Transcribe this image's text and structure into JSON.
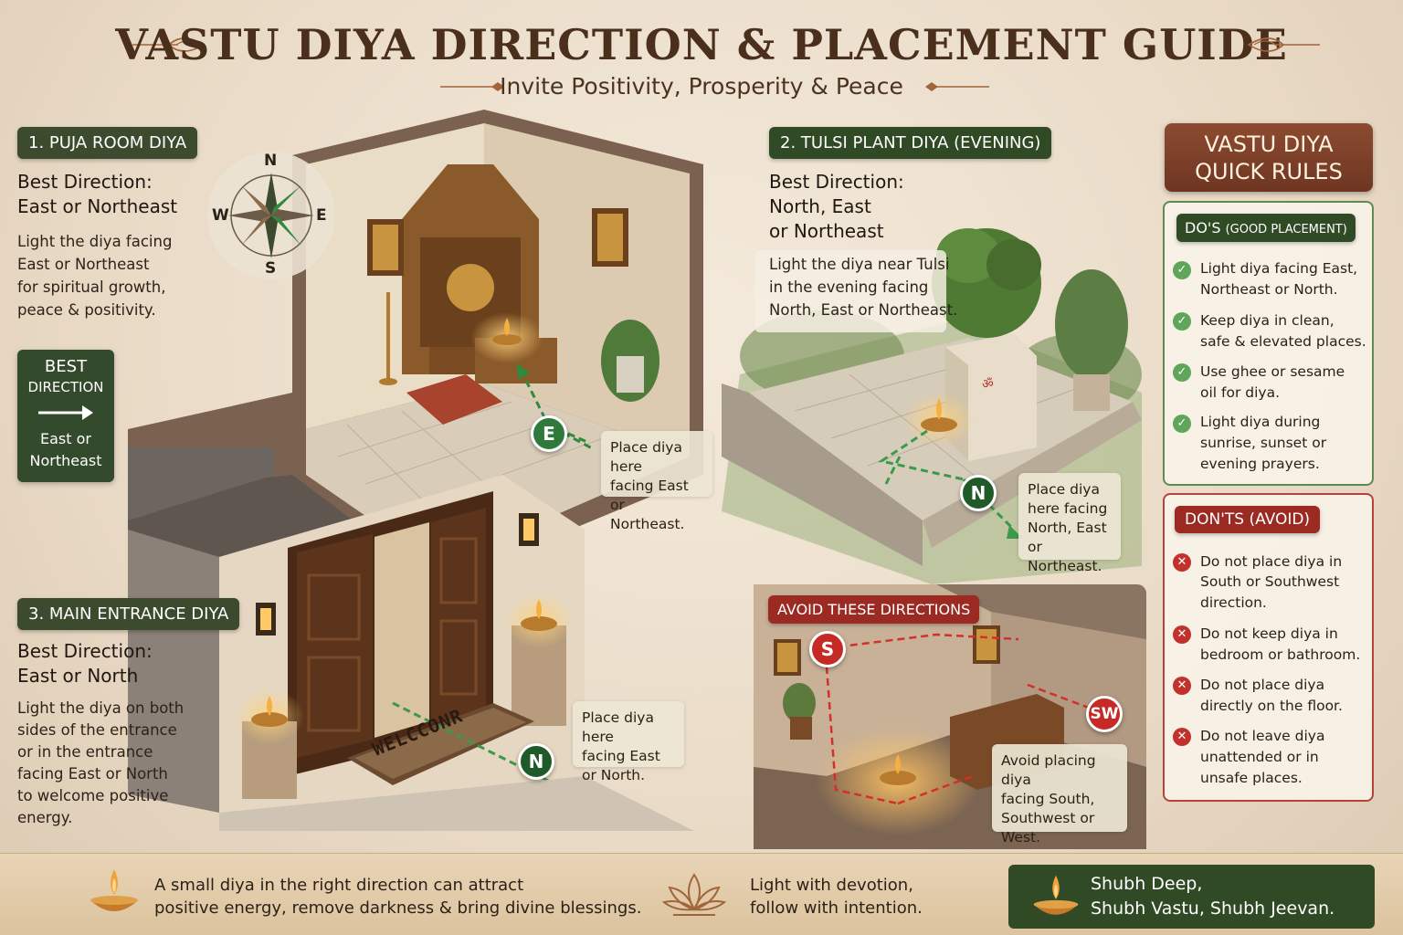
{
  "header": {
    "title": "VASTU DIYA DIRECTION & PLACEMENT GUIDE",
    "subtitle": "Invite Positivity, Prosperity & Peace"
  },
  "compass": {
    "n": "N",
    "e": "E",
    "s": "S",
    "w": "W"
  },
  "puja": {
    "label": "1. PUJA ROOM DIYA",
    "heading_line1": "Best Direction:",
    "heading_line2": "East or Northeast",
    "body": [
      "Light the diya facing",
      "East or Northeast",
      "for spiritual growth,",
      "peace & positivity."
    ],
    "best_box": {
      "line1": "BEST",
      "line2": "DIRECTION",
      "line3": "East or",
      "line4": "Northeast"
    },
    "marker": "E",
    "callout": [
      "Place diya here",
      "facing East",
      "or Northeast."
    ]
  },
  "tulsi": {
    "label": "2. TULSI PLANT DIYA (EVENING)",
    "heading": [
      "Best Direction:",
      "North, East",
      "or Northeast"
    ],
    "body": [
      "Light the diya near Tulsi",
      "in the evening facing",
      "North, East or Northeast."
    ],
    "marker": "N",
    "callout": [
      "Place diya",
      "here facing",
      "North, East",
      "or Northeast."
    ]
  },
  "entrance": {
    "label": "3. MAIN ENTRANCE DIYA",
    "heading_line1": "Best Direction:",
    "heading_line2": "East or North",
    "body": [
      "Light the diya on both",
      "sides of the entrance",
      "or in the entrance",
      "facing East or North",
      "to welcome positive",
      "energy."
    ],
    "mat": "WELCCONR",
    "marker": "N",
    "callout": [
      "Place diya here",
      "facing East",
      "or North."
    ]
  },
  "avoid": {
    "label": "AVOID THESE DIRECTIONS",
    "marker_s": "S",
    "marker_sw": "SW",
    "callout": [
      "Avoid placing diya",
      "facing South,",
      "Southwest or",
      "West."
    ]
  },
  "rules": {
    "title_line1": "VASTU DIYA",
    "title_line2": "QUICK RULES",
    "dos_label_main": "DO'S",
    "dos_label_sub": "(GOOD PLACEMENT)",
    "dos": [
      [
        "Light diya facing East,",
        "Northeast or North."
      ],
      [
        "Keep diya in clean,",
        "safe & elevated places."
      ],
      [
        "Use ghee or sesame",
        "oil for diya."
      ],
      [
        "Light diya during",
        "sunrise, sunset or",
        "evening prayers."
      ]
    ],
    "donts_label": "DON'TS (AVOID)",
    "donts": [
      [
        "Do not place diya in",
        "South or Southwest",
        "direction."
      ],
      [
        "Do not keep diya in",
        "bedroom or bathroom."
      ],
      [
        "Do not place diya",
        "directly on the floor."
      ],
      [
        "Do not leave diya",
        "unattended or in",
        "unsafe places."
      ]
    ]
  },
  "footer": {
    "left": [
      "A small diya in the right direction can attract",
      "positive energy, remove darkness & bring divine blessings."
    ],
    "middle": [
      "Light with devotion,",
      "follow with intention."
    ],
    "right": [
      "Shubh Deep,",
      "Shubh Vastu, Shubh Jeevan."
    ]
  },
  "colors": {
    "title": "#4a2f1d",
    "green_pill": "#3c4a2e",
    "red_pill": "#9b2a22",
    "ok": "#5fa55a",
    "no": "#c0322b",
    "flame": "#f5b041"
  }
}
